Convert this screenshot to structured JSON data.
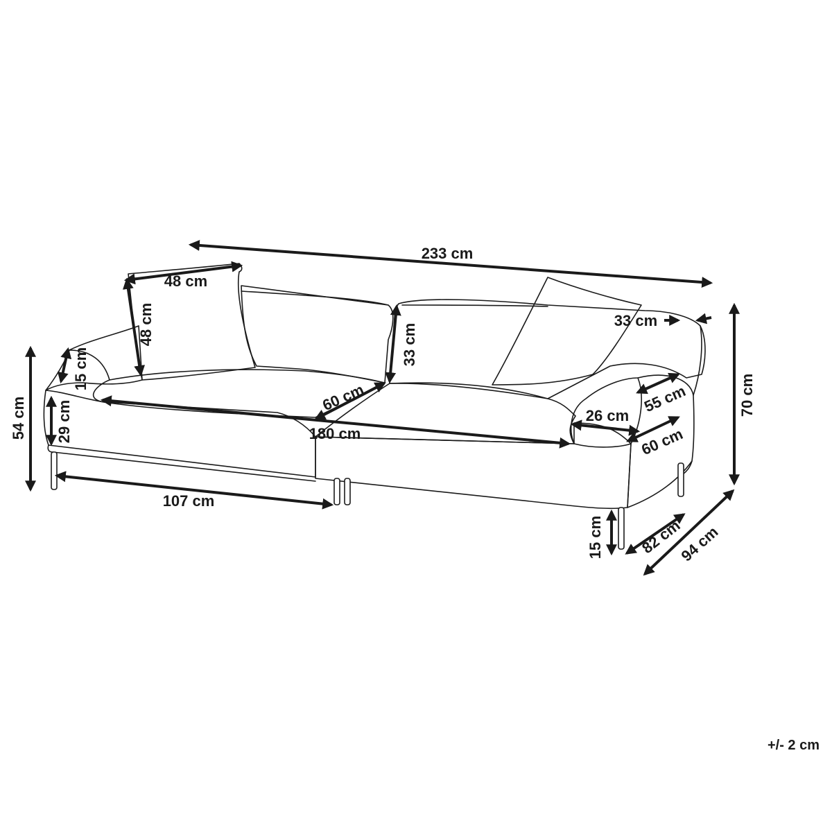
{
  "colors": {
    "ink": "#1a1a1a",
    "background": "#ffffff"
  },
  "dimensions": {
    "total_width": "233 cm",
    "cushion_width": "48 cm",
    "cushion_height": "48 cm",
    "armrest_height": "15 cm",
    "seat_height": "54 cm",
    "seat_side_height": "29 cm",
    "seat_width": "180 cm",
    "seat_depth": "60 cm",
    "backrest_height": "33 cm",
    "armrest_top_width": "33 cm",
    "armrest_width": "26 cm",
    "armrest_length": "55 cm",
    "arm_depth": "60 cm",
    "total_height": "70 cm",
    "module_length": "107 cm",
    "leg_height": "15 cm",
    "seat_module_depth": "82 cm",
    "total_depth": "94 cm"
  },
  "tolerance": "+/- 2 cm"
}
